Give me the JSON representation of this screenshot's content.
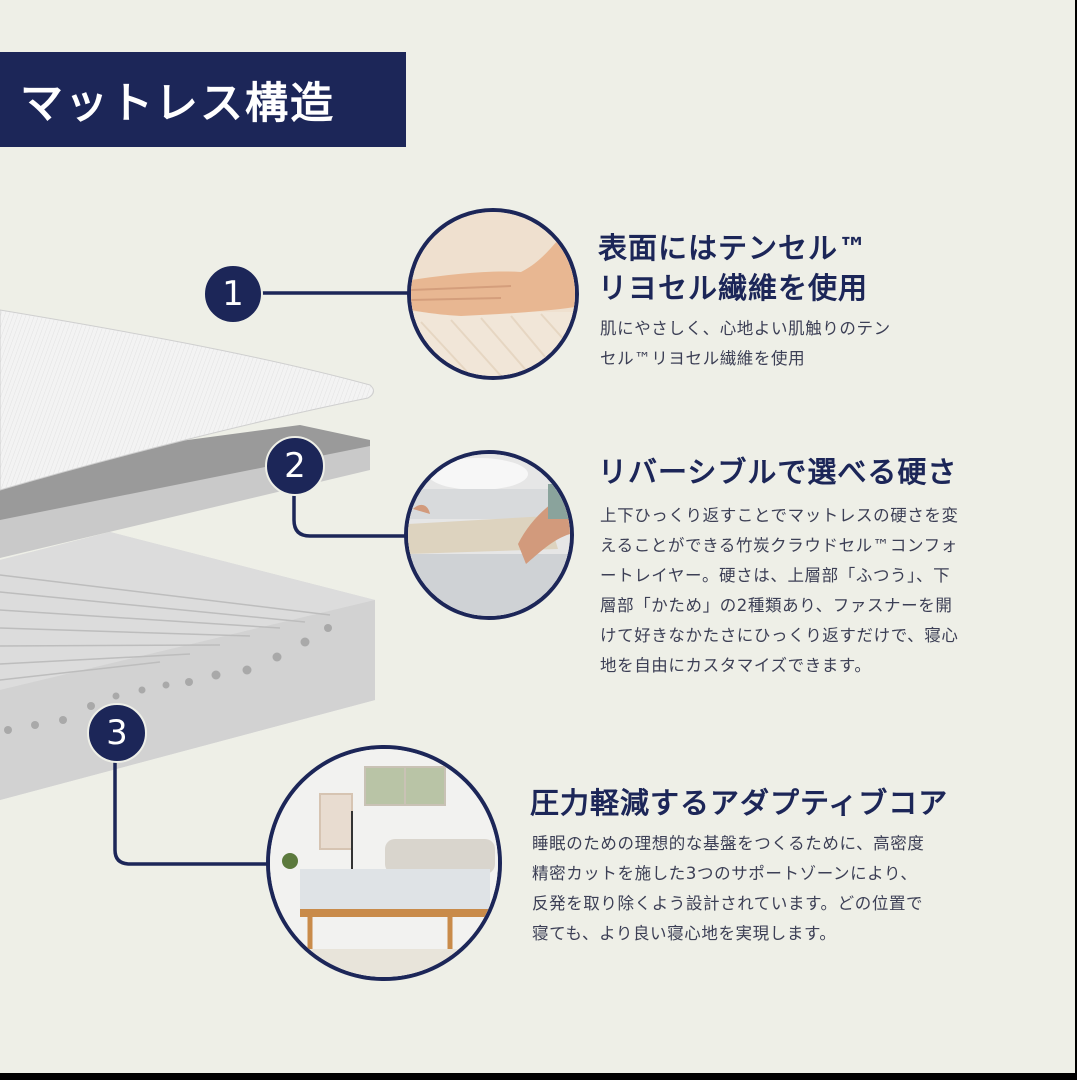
{
  "title": "マットレス構造",
  "colors": {
    "navy": "#1c2658",
    "background": "#eeefe7",
    "body_text": "#3c3f55"
  },
  "features": [
    {
      "number": "1",
      "heading": "表面にはテンセル™\nリヨセル繊維を使用",
      "description": "肌にやさしく、心地よい肌触りのテン\nセル™リヨセル繊維を使用",
      "image": "hand-on-mattress-surface"
    },
    {
      "number": "2",
      "heading": "リバーシブルで選べる硬さ",
      "description": "上下ひっくり返すことでマットレスの硬さを変\nえることができる竹炭クラウドセル™コンフォ\nートレイヤー。硬さは、上層部「ふつう」、下\n層部「かため」の2種類あり、ファスナーを開\nけて好きなかたさにひっくり返すだけで、寝心\n地を自由にカスタマイズできます。",
      "image": "hands-flipping-comfort-layer"
    },
    {
      "number": "3",
      "heading": "圧力軽減するアダプティブコア",
      "description": "睡眠のための理想的な基盤をつくるために、高密度\n精密カットを施した3つのサポートゾーンにより、\n反発を取り除くよう設計されています。どの位置で\n寝ても、より良い寝心地を実現します。",
      "image": "bedroom-with-mattress"
    }
  ]
}
